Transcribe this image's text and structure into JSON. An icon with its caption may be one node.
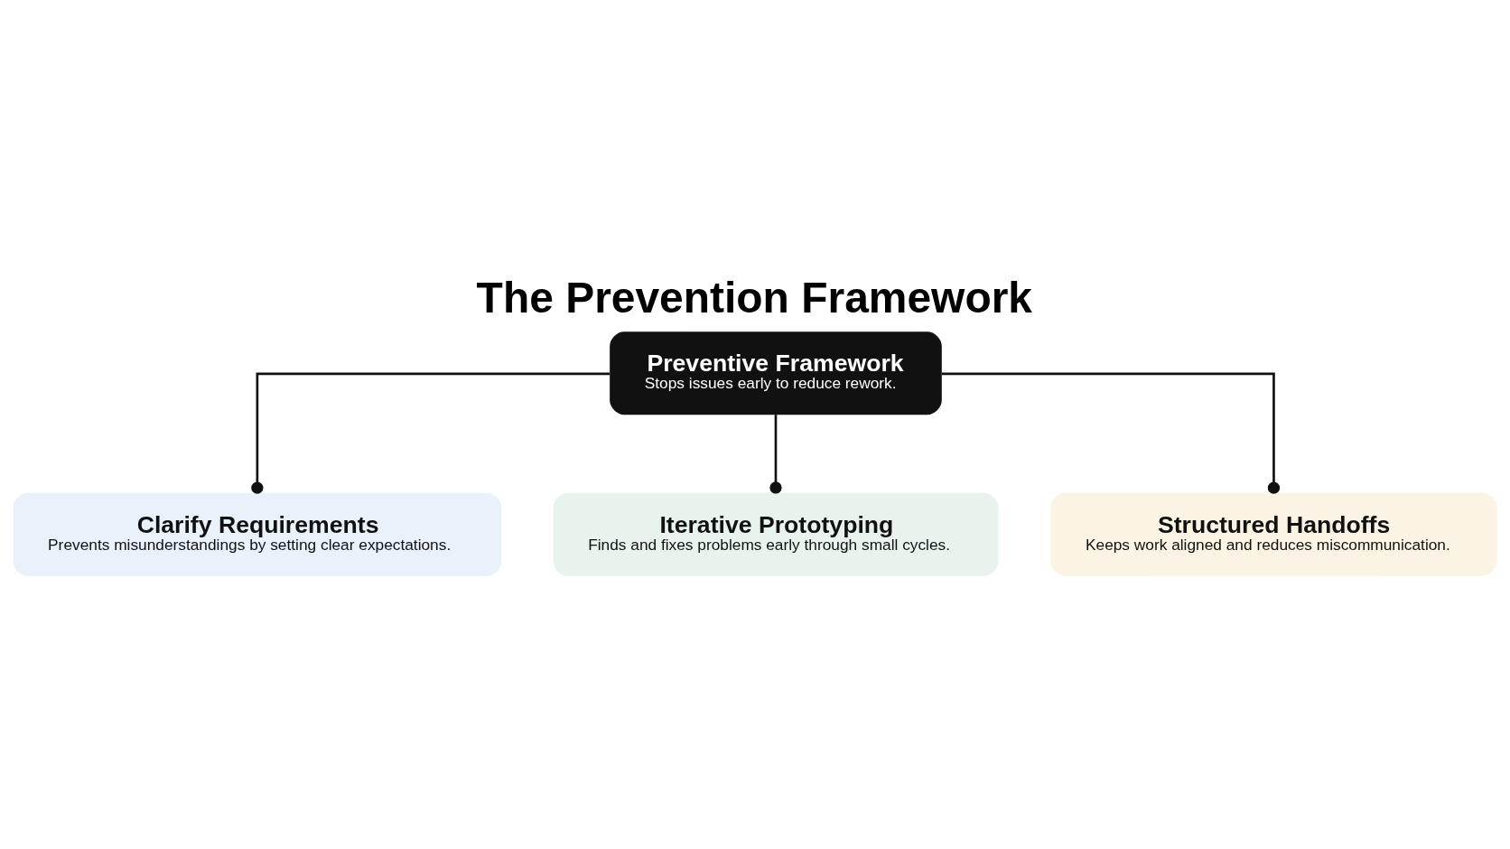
{
  "diagram": {
    "title": "The Prevention Framework",
    "nodes": [
      {
        "text": [
          "Preventive Framework",
          "Stops issues early to reduce rework."
        ]
      },
      {
        "text": [
          "Clarify Requirements",
          "Prevents misunderstandings by setting clear expectations."
        ]
      },
      {
        "text": [
          "Iterative Prototyping",
          "Finds and fixes problems early through small cycles."
        ]
      },
      {
        "text": [
          "Structured Handoffs",
          "Keeps work aligned and reduces miscommunication."
        ]
      }
    ],
    "edges": [
      {
        "from": 0,
        "to": 1,
        "arrow": "other"
      },
      {
        "from": 0,
        "to": 2,
        "arrow": "other"
      },
      {
        "from": 0,
        "to": 3,
        "arrow": "other"
      }
    ]
  }
}
